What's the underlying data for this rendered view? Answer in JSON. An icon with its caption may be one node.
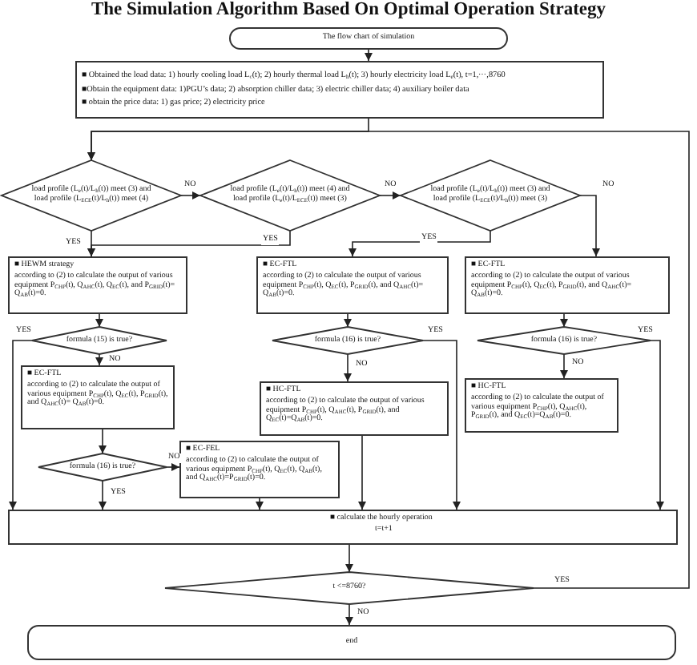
{
  "diagram": {
    "title": "The Simulation Algorithm Based On Optimal Operation Strategy",
    "nodes": [
      {
        "text": [
          "The flow chart of simulation"
        ]
      },
      {
        "text": [
          "■ Obtained the load data: 1) hourly cooling load L$_{c}$(t); 2) hourly thermal load L$_{h}$(t); 3) hourly electricity load L$_{e}$(t), t=1,⋯,8760",
          "■Obtain the equipment data: 1)PGU’s data; 2) absorption chiller data; 3) electric chiller data; 4) auxiliary boiler data",
          "■ obtain the price data: 1) gas price; 2) electricity price"
        ]
      },
      {
        "text": [
          "load profile (L$_{e}$(t)/L$_{h}$(t)) meet (3) and load profile (L$_{ECE}$(t)/L$_{h}$(t)) meet (4)"
        ]
      },
      {
        "text": [
          "load profile (L$_{e}$(t)/L$_{h}$(t)) meet (4) and load profile (L$_{e}$(t)/L$_{ECE}$(t)) meet (3)"
        ]
      },
      {
        "text": [
          "load profile (L$_{e}$(t)/L$_{h}$(t)) meet (3) and load profile (L$_{ECE}$(t)/L$_{h}$(t)) meet (3)"
        ]
      },
      {
        "text": [
          "■ HEWM strategy",
          "according to (2) to calculate the output of various equipment P$_{CHP}$(t), Q$_{AHC}$(t), Q$_{EC}$(t), and P$_{GRID}$(t)= Q$_{AB}$(t)=0."
        ]
      },
      {
        "text": [
          "■ EC-FTL",
          "according to (2) to calculate the output of various equipment P$_{CHP}$(t), Q$_{EC}$(t), P$_{GRID}$(t), and Q$_{AHC}$(t)= Q$_{AB}$(t)=0."
        ]
      },
      {
        "text": [
          "■ EC-FTL",
          "according to (2) to calculate the output of various equipment P$_{CHP}$(t), Q$_{EC}$(t), P$_{GRID}$(t), and Q$_{AHC}$(t)= Q$_{AB}$(t)=0."
        ]
      },
      {
        "text": [
          "formula (15) is true?"
        ]
      },
      {
        "text": [
          "formula (16) is true?"
        ]
      },
      {
        "text": [
          "formula (16) is true?"
        ]
      },
      {
        "text": [
          "■ EC-FTL",
          "according to (2) to calculate the output of various equipment P$_{CHP}$(t), Q$_{EC}$(t), P$_{GRID}$(t), and Q$_{AHC}$(t)= Q$_{AB}$(t)=0."
        ]
      },
      {
        "text": [
          "■ HC-FTL",
          "according to (2) to calculate the output of various equipment P$_{CHP}$(t), Q$_{AHC}$(t), P$_{GRID}$(t), and Q$_{EC}$(t)=Q$_{AB}$(t)=0."
        ]
      },
      {
        "text": [
          "■ HC-FTL",
          "according to (2) to calculate the output of various equipment P$_{CHP}$(t), Q$_{AHC}$(t), P$_{GRID}$(t), and Q$_{EC}$(t)=Q$_{AB}$(t)=0."
        ]
      },
      {
        "text": [
          "formula (16) is true?"
        ]
      },
      {
        "text": [
          "■ EC-FEL",
          "according to (2) to calculate the output of various equipment P$_{CHP}$(t), Q$_{EC}$(t), Q$_{AB}$(t), and Q$_{AHC}$(t)=P$_{GRID}$(t)=0."
        ]
      },
      {
        "text": [
          "■ calculate the hourly operation",
          "t=t+1"
        ]
      },
      {
        "text": [
          "t <=8760?"
        ]
      },
      {
        "text": [
          "end"
        ]
      }
    ],
    "edges": [
      {
        "from": 0,
        "to": 1,
        "arrow": "to"
      },
      {
        "from": 1,
        "to": 2,
        "arrow": "to"
      },
      {
        "from": 17,
        "to": 2,
        "arrow": "to",
        "label": "YES"
      },
      {
        "from": 2,
        "to": 3,
        "arrow": "to",
        "label": "NO"
      },
      {
        "from": 2,
        "to": 5,
        "arrow": "to",
        "label": "YES"
      },
      {
        "from": 3,
        "to": 5,
        "arrow": "to",
        "label": "YES"
      },
      {
        "from": 3,
        "to": 4,
        "arrow": "to",
        "label": "NO"
      },
      {
        "from": 4,
        "to": 6,
        "arrow": "to",
        "label": "YES"
      },
      {
        "from": 4,
        "to": 7,
        "arrow": "to",
        "label": "NO"
      },
      {
        "from": 5,
        "to": 8,
        "arrow": "to"
      },
      {
        "from": 8,
        "to": 11,
        "arrow": "to",
        "label": "NO"
      },
      {
        "from": 8,
        "to": 16,
        "arrow": "to",
        "label": "YES"
      },
      {
        "from": 6,
        "to": 9,
        "arrow": "to"
      },
      {
        "from": 9,
        "to": 12,
        "arrow": "to",
        "label": "NO"
      },
      {
        "from": 9,
        "to": 16,
        "arrow": "to",
        "label": "YES"
      },
      {
        "from": 7,
        "to": 10,
        "arrow": "to"
      },
      {
        "from": 10,
        "to": 13,
        "arrow": "to",
        "label": "NO"
      },
      {
        "from": 10,
        "to": 16,
        "arrow": "to",
        "label": "YES"
      },
      {
        "from": 11,
        "to": 14,
        "arrow": "to"
      },
      {
        "from": 14,
        "to": 15,
        "arrow": "to",
        "label": "NO"
      },
      {
        "from": 14,
        "to": 16,
        "arrow": "to",
        "label": "YES"
      },
      {
        "from": 15,
        "to": 16,
        "arrow": "to"
      },
      {
        "from": 12,
        "to": 16,
        "arrow": "to"
      },
      {
        "from": 16,
        "to": 17,
        "arrow": "to"
      },
      {
        "from": 17,
        "to": 18,
        "arrow": "to",
        "label": "NO"
      }
    ]
  }
}
